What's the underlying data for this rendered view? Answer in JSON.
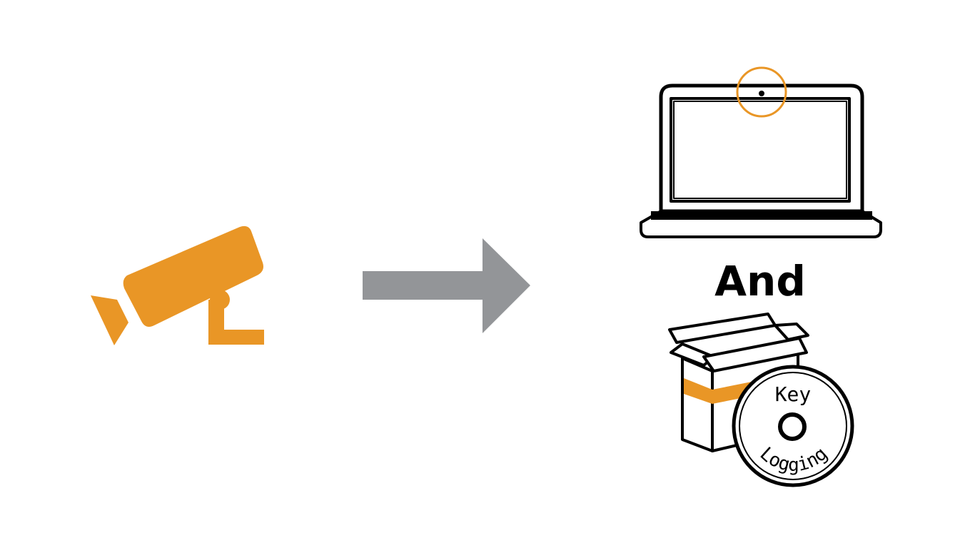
{
  "connector_label": "And",
  "disc": {
    "top_text": "Key",
    "bottom_text": "Logging"
  },
  "icons": {
    "camera": "cctv-camera-icon",
    "arrow": "right-arrow-icon",
    "laptop": "laptop-icon",
    "box": "software-box-icon",
    "disc": "keylogging-disc-icon"
  },
  "colors": {
    "accent": "#E99626",
    "arrow": "#939598",
    "outline": "#000000",
    "background": "#FFFFFF"
  }
}
